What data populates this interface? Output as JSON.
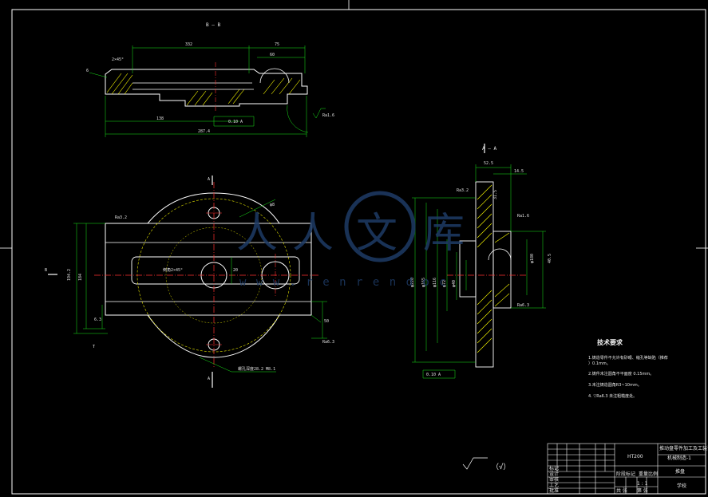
{
  "sheet": {
    "colors": {
      "background": "#000000",
      "outline": "#ffffff",
      "dimension": "#19e619",
      "centerline": "#ff3030",
      "hidden": "#e6e600",
      "hatch": "#ffff00",
      "watermark": "#1e3b66"
    }
  },
  "views": {
    "section_top_label": "B — B",
    "section_right_label": "A — A",
    "front_left_marker": "B",
    "front_top_marker": "A",
    "front_bottom_marker": "A"
  },
  "dimensions": {
    "top": {
      "d1": "332",
      "d2": "75",
      "d3": "60",
      "d4": "138",
      "d5": "287.4",
      "angle": "2×45°",
      "note": "6",
      "rough": "Ra1.6",
      "flat": "0.10 A"
    },
    "front": {
      "d1": "194.2",
      "d2": "184",
      "d3": "20",
      "d4": "6.3",
      "d5": "50",
      "rough": "Ra3.2",
      "rough2": "Ra6.3",
      "chamfer": "倒角2×45°",
      "callout": "螺孔深度28.2 M8.1",
      "hole": "φ8"
    },
    "section": {
      "d1": "52.5",
      "d2": "14.5",
      "d3": "φ220",
      "d4": "φ165",
      "d5": "φ116",
      "d6": "φ72",
      "d7": "φ40",
      "d8": "40.5",
      "d9": "φ180",
      "d10": "31.5",
      "rough": "Ra3.2",
      "rough2": "Ra1.6",
      "rough3": "Ra6.3",
      "flat": "0.10 A"
    }
  },
  "tech": {
    "title": "技术要求",
    "line1": "1.铸造零件不允许有砂眼、缩孔等缺陷（推荐",
    "line1b": "）0.1mm。",
    "line2": "2.铸件未注圆角不平面度 0.15mm。",
    "line3": "3.未注铸造圆角R3~10mm。",
    "line4": "4. ▽Ra6.3 未注粗糙度处。"
  },
  "surface_mark": "（√）",
  "title_block": {
    "code": "HT200",
    "title1": "推动盘零件加工及工装设计",
    "title2": "机械制造-1",
    "part": "推盘",
    "scale_label": "比例",
    "school": "学校",
    "sheet_label": "第 张",
    "count_label": "共 张",
    "weight_label": "重量",
    "mark_label": "标记",
    "designer": "设计",
    "checker": "审核",
    "craft": "工艺",
    "approve": "批准",
    "stage": "阶段标记",
    "ratio": "1 : 1"
  },
  "watermark": {
    "chars": [
      "人",
      "人",
      "文",
      "库"
    ],
    "url": "w w w . r e n r e n d o c"
  }
}
